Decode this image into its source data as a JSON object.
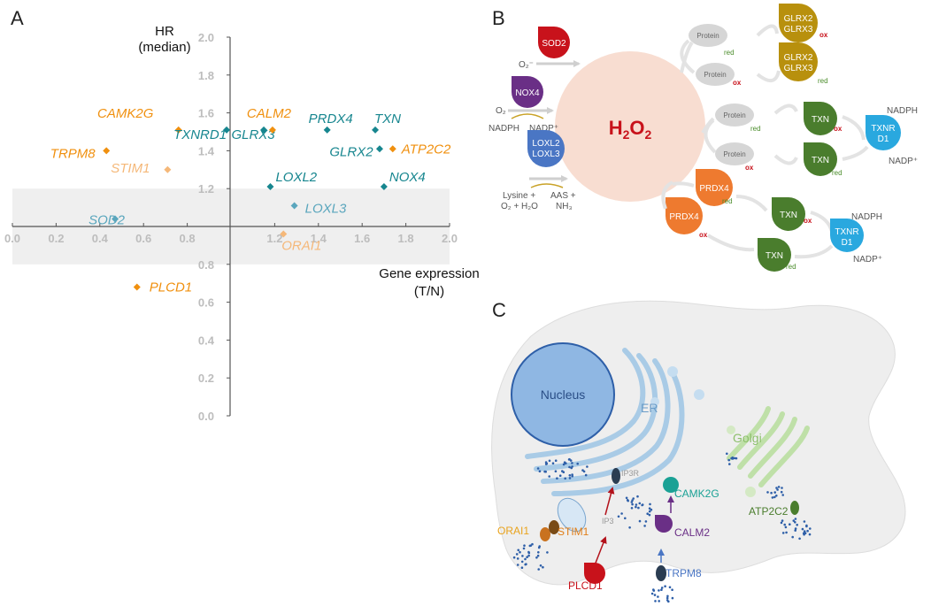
{
  "panel_labels": {
    "a": "A",
    "b": "B",
    "c": "C"
  },
  "colors": {
    "teal": "#17868f",
    "teal_light": "#5aa6bd",
    "orange": "#f0900f",
    "orange_light": "#f5b879",
    "axis": "#555555",
    "tick": "#bdbdbd",
    "band": "#efefef",
    "red": "#c8121b",
    "purple": "#6a2f86",
    "blue": "#4a76c4",
    "gold": "#b8900d",
    "green": "#4a7d2d",
    "cyan": "#29a8df",
    "porange": "#ee7a2f",
    "grey_node": "#d6d6d6",
    "h2o2_fill": "#f8ddd1",
    "cell": "#eeeeee",
    "nucleus": "#8fb7e3",
    "er": "#c5ddf0",
    "golgi": "#d4e9c4"
  },
  "chart_data": {
    "type": "scatter",
    "title": "",
    "xlabel": "Gene expression\n(T/N)",
    "ylabel": "HR\n(median)",
    "xlim": [
      0.0,
      2.0
    ],
    "ylim": [
      0.0,
      2.0
    ],
    "x_ticks": [
      "0.0",
      "0.2",
      "0.4",
      "0.6",
      "0.8",
      "1.2",
      "1.4",
      "1.6",
      "1.8",
      "2.0"
    ],
    "y_ticks": [
      "0.0",
      "0.2",
      "0.4",
      "0.6",
      "0.8",
      "1.2",
      "1.4",
      "1.6",
      "1.8",
      "2.0"
    ],
    "band": {
      "y_from": 0.8,
      "y_to": 1.2
    },
    "points": [
      {
        "label": "CAMK2G",
        "x": 0.76,
        "y": 1.51,
        "color": "orange"
      },
      {
        "label": "TRPM8",
        "x": 0.43,
        "y": 1.4,
        "color": "orange"
      },
      {
        "label": "STIM1",
        "x": 0.71,
        "y": 1.3,
        "color": "orange_light"
      },
      {
        "label": "TXNRD1",
        "x": 0.98,
        "y": 1.51,
        "color": "teal"
      },
      {
        "label": "GLRX3",
        "x": 1.15,
        "y": 1.51,
        "color": "teal"
      },
      {
        "label": "CALM2",
        "x": 1.19,
        "y": 1.51,
        "color": "orange"
      },
      {
        "label": "PRDX4",
        "x": 1.44,
        "y": 1.51,
        "color": "teal"
      },
      {
        "label": "TXN",
        "x": 1.66,
        "y": 1.51,
        "color": "teal"
      },
      {
        "label": "GLRX2",
        "x": 1.68,
        "y": 1.41,
        "color": "teal"
      },
      {
        "label": "ATP2C2",
        "x": 1.74,
        "y": 1.41,
        "color": "orange"
      },
      {
        "label": "LOXL2",
        "x": 1.18,
        "y": 1.21,
        "color": "teal"
      },
      {
        "label": "NOX4",
        "x": 1.7,
        "y": 1.21,
        "color": "teal"
      },
      {
        "label": "LOXL3",
        "x": 1.29,
        "y": 1.11,
        "color": "teal_light"
      },
      {
        "label": "SOD2",
        "x": 0.47,
        "y": 1.04,
        "color": "teal_light"
      },
      {
        "label": "ORAI1",
        "x": 1.24,
        "y": 0.96,
        "color": "orange_light"
      },
      {
        "label": "PLCD1",
        "x": 0.57,
        "y": 0.68,
        "color": "orange"
      }
    ]
  },
  "panel_b": {
    "center": "H2O2",
    "sod2": "SOD2",
    "o2_minus": "O₂⁻",
    "nox4": "NOX4",
    "o2": "O₂",
    "nadph": "NADPH",
    "nadp": "NADP⁺",
    "loxl": [
      "LOXL2",
      "LOXL3"
    ],
    "lysine": [
      "Lysine +",
      "O₂ + H₂O"
    ],
    "aas": [
      "AAS +",
      "NH₃"
    ],
    "protein": "Protein",
    "red": "red",
    "ox": "ox",
    "glrx": [
      "GLRX2",
      "GLRX3"
    ],
    "txn": "TXN",
    "prdx4": "PRDX4",
    "txnrd": [
      "TXNR",
      "D1"
    ]
  },
  "panel_c": {
    "nucleus": "Nucleus",
    "er": "ER",
    "golgi": "Golgi",
    "ip3r": "IP3R",
    "ip3": "IP3",
    "labels": {
      "orai1": "ORAI1",
      "stim1": "STIM1",
      "plcd1": "PLCD1",
      "calm2": "CALM2",
      "camk2g": "CAMK2G",
      "trpm8": "TRPM8",
      "atp2c2": "ATP2C2"
    }
  }
}
